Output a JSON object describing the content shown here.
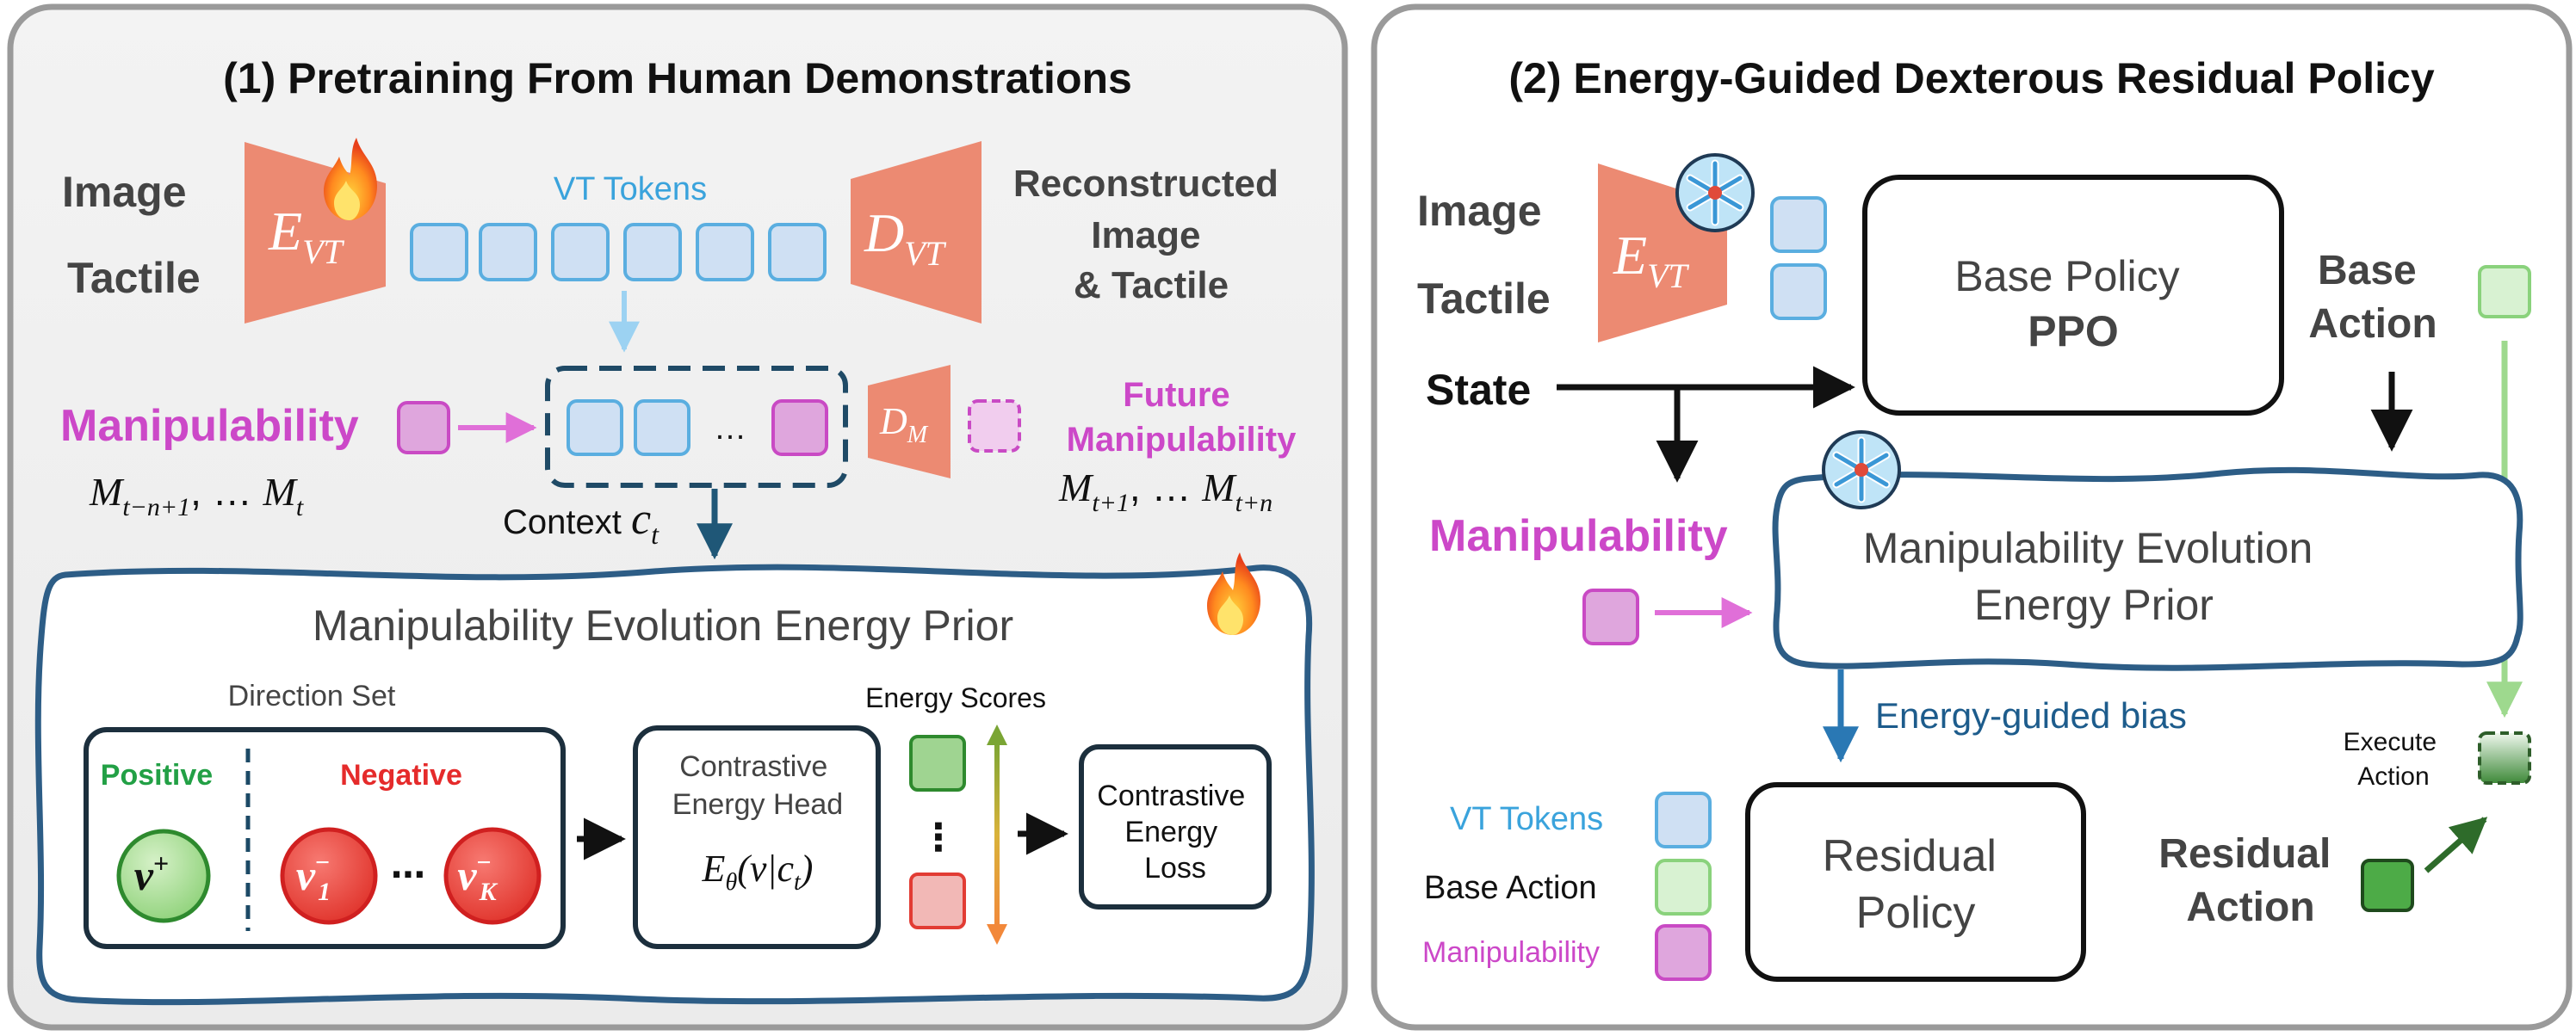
{
  "panel1": {
    "title": "(1) Pretraining From Human Demonstrations",
    "inputs": {
      "image": "Image",
      "tactile": "Tactile"
    },
    "encoder": {
      "main": "E",
      "sub": "VT"
    },
    "vt_tokens_label": "VT Tokens",
    "decoder": {
      "main": "D",
      "sub": "VT"
    },
    "reconstructed": [
      "Reconstructed",
      "Image",
      "& Tactile"
    ],
    "manipulability_label": "Manipulability",
    "past_seq": {
      "a": "M",
      "a_sub": "t−n+1",
      "sep": ", … ",
      "b": "M",
      "b_sub": "t"
    },
    "context_ellipsis": "…",
    "dm": {
      "main": "D",
      "sub": "M"
    },
    "future": [
      "Future",
      "Manipulability"
    ],
    "future_seq": {
      "a": "M",
      "a_sub": "t+1",
      "sep": ", … ",
      "b": "M",
      "b_sub": "t+n"
    },
    "context_label": {
      "word": "Context ",
      "c": "c",
      "c_sub": "t"
    },
    "prior_title": "Manipulability Evolution Energy Prior",
    "direction_set": "Direction Set",
    "energy_scores": "Energy Scores",
    "positive": "Positive",
    "negative": "Negative",
    "v_plus": {
      "v": "v",
      "sup": "+"
    },
    "v_1": {
      "v": "v",
      "sup": "−",
      "sub": "1"
    },
    "dots": "⋯",
    "v_K": {
      "v": "v",
      "sup": "−",
      "sub": "K"
    },
    "head": [
      "Contrastive",
      "Energy Head"
    ],
    "head_formula": {
      "e": "E",
      "theta": "θ",
      "rest": "(v|c",
      "t": "t",
      "close": ")"
    },
    "vdots": "⋮",
    "loss": [
      "Contrastive",
      "Energy",
      "Loss"
    ]
  },
  "panel2": {
    "title": "(2) Energy-Guided Dexterous Residual Policy",
    "inputs": {
      "image": "Image",
      "tactile": "Tactile",
      "state": "State"
    },
    "encoder": {
      "main": "E",
      "sub": "VT"
    },
    "base_policy": [
      "Base Policy",
      "PPO"
    ],
    "base_action": [
      "Base",
      "Action"
    ],
    "manipulability_label": "Manipulability",
    "prior": [
      "Manipulability Evolution",
      "Energy Prior"
    ],
    "bias": "Energy-guided bias",
    "execute": [
      "Execute",
      "Action"
    ],
    "legend": [
      "VT Tokens",
      "Base Action",
      "Manipulability"
    ],
    "residual_policy": [
      "Residual",
      "Policy"
    ],
    "residual_action": [
      "Residual",
      "Action"
    ]
  },
  "colors": {
    "encoder": "#ec8a72",
    "token_fill": "#cfe0f3",
    "token_stroke": "#5aaee0",
    "manip_fill": "#dfa6dd",
    "manip_stroke": "#c94ac4",
    "manip_text": "#cc48c8",
    "vt_text": "#3aa3dc",
    "dark_frame": "#1c2f3d",
    "prior_frame": "#2d5d86",
    "teal_arrow": "#1f5777",
    "positive": "#22a045",
    "negative": "#e52b2b",
    "base_action_fill": "#d8f2d2",
    "base_action_stroke": "#8ad27c",
    "residual_fill": "#4dab47",
    "bias_text": "#1d5c8c"
  }
}
